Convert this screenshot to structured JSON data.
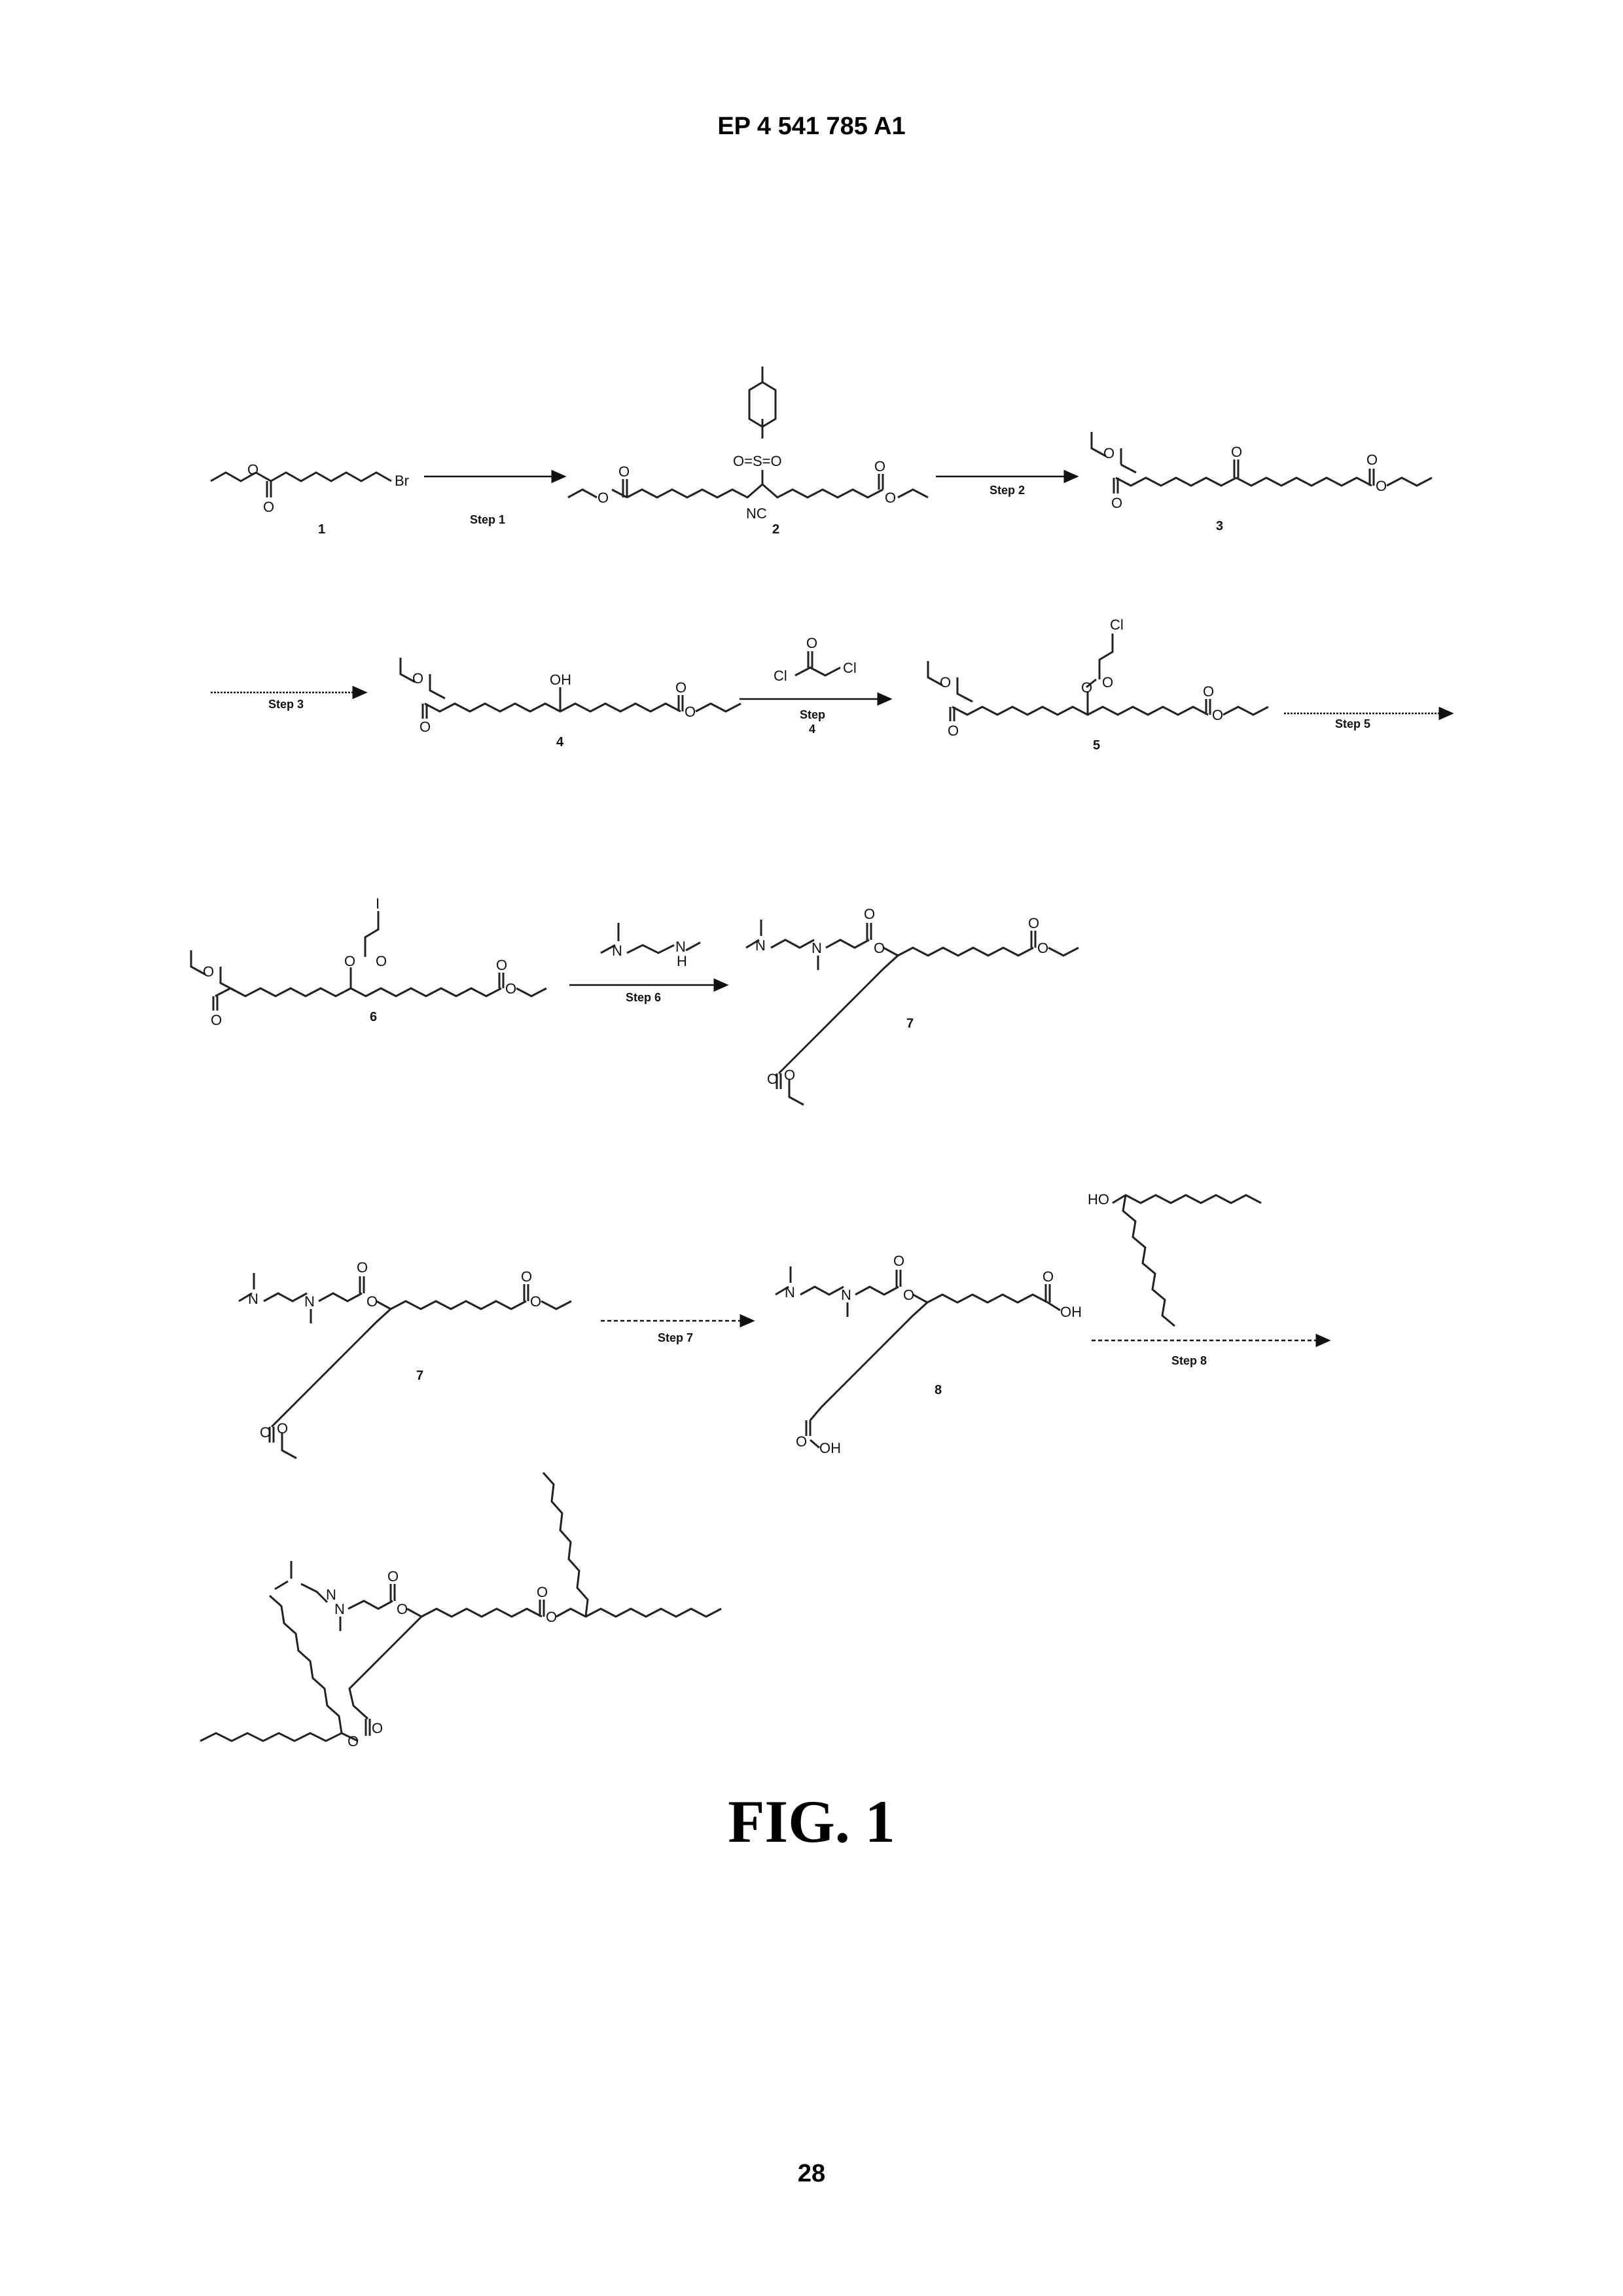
{
  "header": {
    "patent_number": "EP 4 541 785 A1"
  },
  "figure": {
    "title": "FIG. 1"
  },
  "footer": {
    "page_number": "28"
  },
  "compounds": {
    "c1": "1",
    "c2": "2",
    "c3": "3",
    "c4": "4",
    "c5": "5",
    "c6": "6",
    "c7a": "7",
    "c7b": "7",
    "c8": "8"
  },
  "steps": {
    "s1": "Step 1",
    "s2": "Step 2",
    "s3": "Step 3",
    "s4a": "Step",
    "s4b": "4",
    "s5": "Step 5",
    "s6": "Step 6",
    "s7": "Step 7",
    "s8": "Step 8"
  },
  "atoms": {
    "o": "O",
    "br": "Br",
    "nc": "NC",
    "so2": "O=S=O",
    "oh": "OH",
    "ho": "HO",
    "cl": "Cl",
    "i": "I",
    "n": "N",
    "nh": "N",
    "h": "H"
  }
}
